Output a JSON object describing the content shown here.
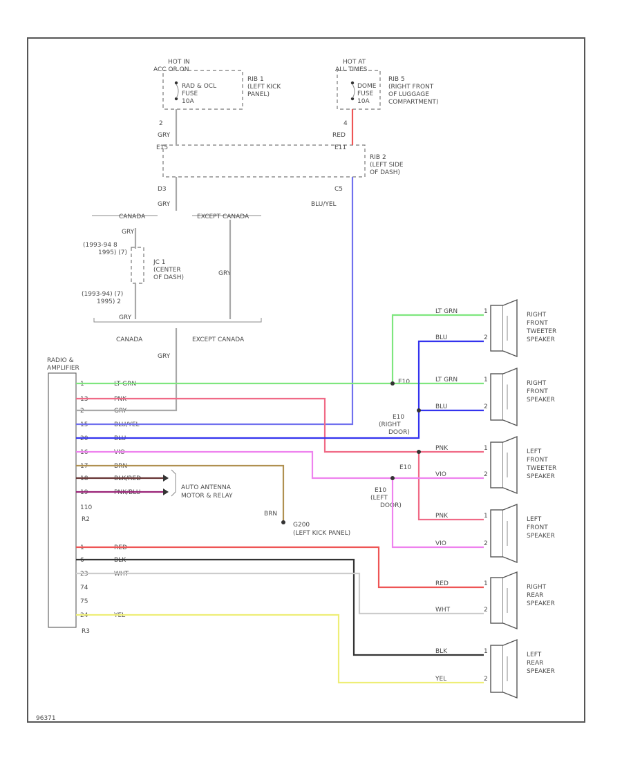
{
  "colors": {
    "lt_grn": "#7ee67e",
    "pnk": "#f06a86",
    "gry": "#a8a8a8",
    "blu_yel": "#7070ee",
    "blu": "#3333ee",
    "vio": "#ee82ee",
    "brn": "#b09050",
    "blk_red": "#663333",
    "pnk_blu": "#992277",
    "red": "#ee5555",
    "blk": "#333333",
    "wht": "#cccccc",
    "yel": "#eeee77"
  },
  "power": {
    "left": {
      "hot": "HOT IN",
      "hot_sub": "ACC OR ON",
      "rib": "RIB 1",
      "rib_loc": "(LEFT KICK",
      "rib_loc2": "PANEL)",
      "fuse_name": "RAD & OCL",
      "fuse_word": "FUSE",
      "fuse_amp": "10A",
      "pin": "2",
      "wire": "GRY"
    },
    "right": {
      "hot": "HOT AT",
      "hot_sub": "ALL TIMES",
      "rib": "RIB 5",
      "rib_loc": "(RIGHT FRONT",
      "rib_loc2": "OF LUGGAGE",
      "rib_loc3": "COMPARTMENT)",
      "fuse_name": "DOME",
      "fuse_word": "FUSE",
      "fuse_amp": "10A",
      "pin": "4",
      "wire": "RED"
    }
  },
  "rib2": {
    "label": "RIB 2",
    "loc": "(LEFT SIDE",
    "loc2": "OF DASH)",
    "pin_left": "E15",
    "pin_right": "E11",
    "conn_left": "D3",
    "conn_right": "C5",
    "wire_left": "GRY",
    "wire_right": "BLU/YEL"
  },
  "canada_split": {
    "canada": "CANADA",
    "except": "EXCEPT CANADA",
    "wire_top": "GRY",
    "wire_mid": "GRY"
  },
  "joint": {
    "label": "JC 1",
    "loc": "(CENTER",
    "loc2": "OF DASH)",
    "pin_top": "(1993-94 8",
    "pin_top2": "1995) (7)",
    "pin_bot": "(1993-94) (7)",
    "pin_bot2": "1995) 2",
    "wire": "GRY"
  },
  "bottom_split": {
    "canada": "CANADA",
    "except": "EXCEPT CANADA",
    "wire": "GRY"
  },
  "radio": {
    "title": "RADIO &",
    "title2": "AMPLIFIER",
    "conn1": "R2",
    "conn2": "R3",
    "pins": [
      {
        "pin": "1",
        "wire": "LT GRN"
      },
      {
        "pin": "13",
        "wire": "PNK"
      },
      {
        "pin": "2",
        "wire": "GRY"
      },
      {
        "pin": "15",
        "wire": "BLU/YEL"
      },
      {
        "pin": "20",
        "wire": "BLU"
      },
      {
        "pin": "16",
        "wire": "VIO"
      },
      {
        "pin": "17",
        "wire": "BRN"
      },
      {
        "pin": "18",
        "wire": "BLK/RED"
      },
      {
        "pin": "19",
        "wire": "PNK/BLU"
      },
      {
        "pin": "110",
        "wire": ""
      },
      {
        "pin": "1",
        "wire": "RED"
      },
      {
        "pin": "6",
        "wire": "BLK"
      },
      {
        "pin": "23",
        "wire": "WHT"
      },
      {
        "pin": "74",
        "wire": ""
      },
      {
        "pin": "75",
        "wire": ""
      },
      {
        "pin": "24",
        "wire": "YEL"
      }
    ]
  },
  "antenna": {
    "label": "AUTO ANTENNA",
    "label2": "MOTOR & RELAY"
  },
  "ground": {
    "wire": "BRN",
    "label": "G200",
    "loc": "(LEFT KICK PANEL)"
  },
  "splices": {
    "right_door": {
      "pin_a": "E10",
      "pin_b": "E10",
      "label": "(RIGHT",
      "label2": "DOOR)"
    },
    "left_door": {
      "pin_a": "E10",
      "pin_b": "E10",
      "label": "(LEFT",
      "label2": "DOOR)"
    }
  },
  "speakers": [
    {
      "name": "RIGHT",
      "name2": "FRONT",
      "name3": "TWEETER",
      "name4": "SPEAKER",
      "wire_a": "LT GRN",
      "wire_b": "BLU",
      "pin_a": "1",
      "pin_b": "2"
    },
    {
      "name": "RIGHT",
      "name2": "FRONT",
      "name3": "SPEAKER",
      "name4": "",
      "wire_a": "LT GRN",
      "wire_b": "BLU",
      "pin_a": "1",
      "pin_b": "2"
    },
    {
      "name": "LEFT",
      "name2": "FRONT",
      "name3": "TWEETER",
      "name4": "SPEAKER",
      "wire_a": "PNK",
      "wire_b": "VIO",
      "pin_a": "1",
      "pin_b": "2"
    },
    {
      "name": "LEFT",
      "name2": "FRONT",
      "name3": "SPEAKER",
      "name4": "",
      "wire_a": "PNK",
      "wire_b": "VIO",
      "pin_a": "1",
      "pin_b": "2"
    },
    {
      "name": "RIGHT",
      "name2": "REAR",
      "name3": "SPEAKER",
      "name4": "",
      "wire_a": "RED",
      "wire_b": "WHT",
      "pin_a": "1",
      "pin_b": "2"
    },
    {
      "name": "LEFT",
      "name2": "REAR",
      "name3": "SPEAKER",
      "name4": "",
      "wire_a": "BLK",
      "wire_b": "YEL",
      "pin_a": "1",
      "pin_b": "2"
    }
  ],
  "footer_code": "96371"
}
